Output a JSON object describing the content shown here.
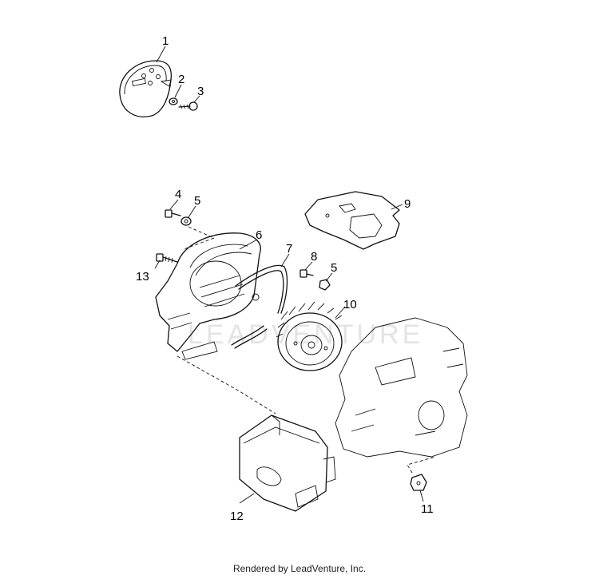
{
  "callouts": [
    {
      "id": "1",
      "label": "1"
    },
    {
      "id": "2",
      "label": "2"
    },
    {
      "id": "3",
      "label": "3"
    },
    {
      "id": "4",
      "label": "4"
    },
    {
      "id": "5a",
      "label": "5"
    },
    {
      "id": "6",
      "label": "6"
    },
    {
      "id": "7",
      "label": "7"
    },
    {
      "id": "8",
      "label": "8"
    },
    {
      "id": "5b",
      "label": "5"
    },
    {
      "id": "9",
      "label": "9"
    },
    {
      "id": "10",
      "label": "10"
    },
    {
      "id": "11",
      "label": "11"
    },
    {
      "id": "12",
      "label": "12"
    },
    {
      "id": "13",
      "label": "13"
    }
  ],
  "footer": {
    "text": "Rendered by LeadVenture, Inc."
  }
}
